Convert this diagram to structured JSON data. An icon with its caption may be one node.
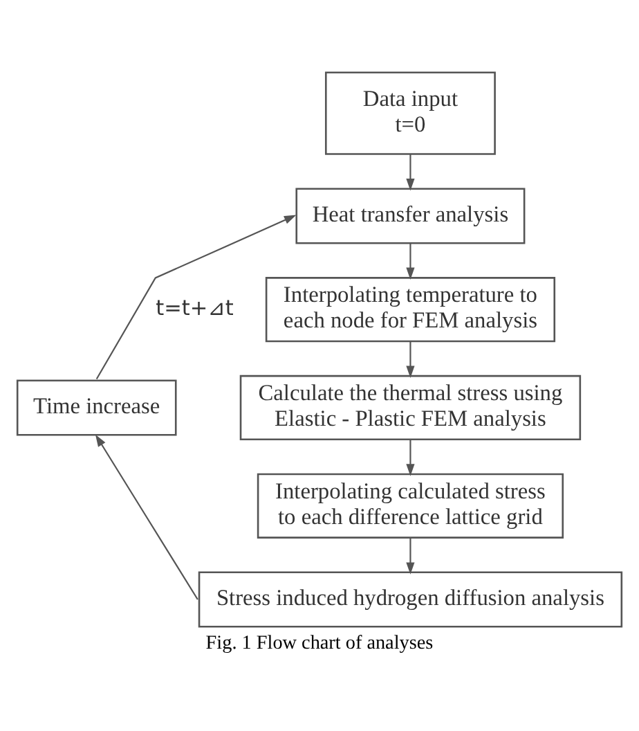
{
  "diagram": {
    "caption": "Fig. 1 Flow chart of analyses",
    "nodes": [
      {
        "text": [
          "Data input t=0"
        ]
      },
      {
        "text": [
          "Heat transfer analysis"
        ]
      },
      {
        "text": [
          "Interpolating temperature to each node for FEM analysis"
        ]
      },
      {
        "text": [
          "Calculate the thermal stress using Elastic - Plastic FEM analysis"
        ]
      },
      {
        "text": [
          "Interpolating calculated stress to each difference lattice grid"
        ]
      },
      {
        "text": [
          "Stress induced hydrogen diffusion analysis"
        ]
      },
      {
        "text": [
          "Time increase"
        ]
      }
    ],
    "edges": [
      {
        "from": 0,
        "to": 1,
        "arrow": "to"
      },
      {
        "from": 1,
        "to": 2,
        "arrow": "to"
      },
      {
        "from": 2,
        "to": 3,
        "arrow": "to"
      },
      {
        "from": 3,
        "to": 4,
        "arrow": "to"
      },
      {
        "from": 4,
        "to": 5,
        "arrow": "to"
      },
      {
        "from": 5,
        "to": 6,
        "arrow": "to"
      },
      {
        "from": 6,
        "to": 1,
        "label": "t=t+⊿t",
        "arrow": "to"
      }
    ]
  }
}
